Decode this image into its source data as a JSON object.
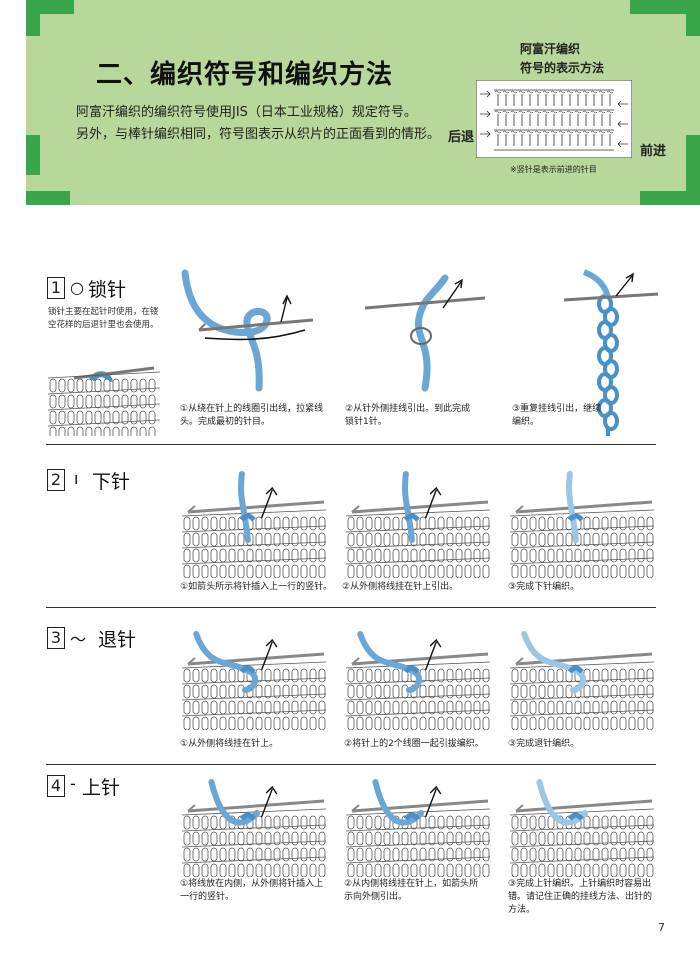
{
  "header": {
    "title": "二、编织符号和编织方法",
    "intro_line1": "阿富汗编织的编织符号使用JIS（日本工业规格）规定符号。",
    "intro_line2": "另外，与棒针编织相同，符号图表示从织片的正面看到的情形。",
    "diagram_title_line1": "阿富汗编织",
    "diagram_title_line2": "符号的表示方法",
    "label_back": "后退",
    "label_forward": "前进",
    "diagram_note": "※竖针是表示前进的针目"
  },
  "sections": [
    {
      "number": "1",
      "symbol": "○",
      "name": "锁针",
      "note": "锁针主要在起针时使用，在镂空花样的后退针里也会使用。",
      "steps": [
        "①从绕在针上的线圈引出线，拉紧线头。完成最初的针目。",
        "②从针外侧挂线引出。到此完成锁针1针。",
        "③重复挂线引出，继续编织。"
      ]
    },
    {
      "number": "2",
      "symbol": "ı",
      "name": "下针",
      "steps": [
        "①如箭头所示将针插入上一行的竖针。",
        "②从外侧将线挂在针上引出。",
        "③完成下针编织。"
      ]
    },
    {
      "number": "3",
      "symbol": "～",
      "name": "退针",
      "steps": [
        "①从外侧将线挂在针上。",
        "②将针上的2个线圈一起引拔编织。",
        "③完成退针编织。"
      ]
    },
    {
      "number": "4",
      "symbol": "-",
      "name": "上针",
      "steps": [
        "①将线放在内侧，从外侧将针插入上一行的竖针。",
        "②从内侧将线挂在针上，如箭头所示向外侧引出。",
        "③完成上针编织。上针编织时容易出错。请记住正确的挂线方法、出针的方法。"
      ]
    }
  ],
  "page_number": "7",
  "colors": {
    "header_bg": "#b8d79b",
    "corner_green": "#3aa64b",
    "yarn_blue": "#4a90c8"
  }
}
